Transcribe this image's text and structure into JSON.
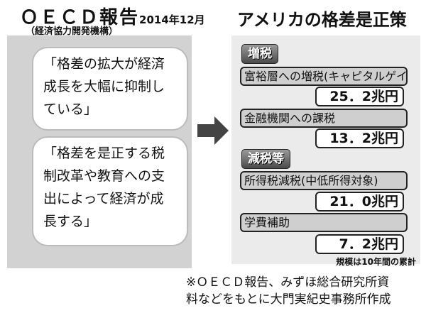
{
  "left": {
    "title": "ＯＥＣＤ報告",
    "date": "2014年12月",
    "subtitle": "（経済協力開発機構）",
    "quotes": [
      "「格差の拡大が経済成長を大幅に抑制している」",
      "「格差を是正する税制改革や教育への支出によって経済が成長する」"
    ]
  },
  "right": {
    "title": "アメリカの格差是正策",
    "sections": [
      {
        "tag": "増税",
        "items": [
          {
            "label": "富裕層への増税(キャピタルゲイン税)",
            "value": "25．2兆円"
          },
          {
            "label": "金融機関への課税",
            "value": "13．2兆円"
          }
        ]
      },
      {
        "tag": "減税等",
        "items": [
          {
            "label": "所得税減税(中低所得対象)",
            "value": "21．0兆円"
          },
          {
            "label": "学費補助",
            "value": "7．2兆円"
          }
        ]
      }
    ],
    "note": "規模は10年間の累計"
  },
  "source": [
    "※ＯＥＣＤ報告、みずほ総合研究所資",
    "料などをもとに大門実紀史事務所作成"
  ]
}
